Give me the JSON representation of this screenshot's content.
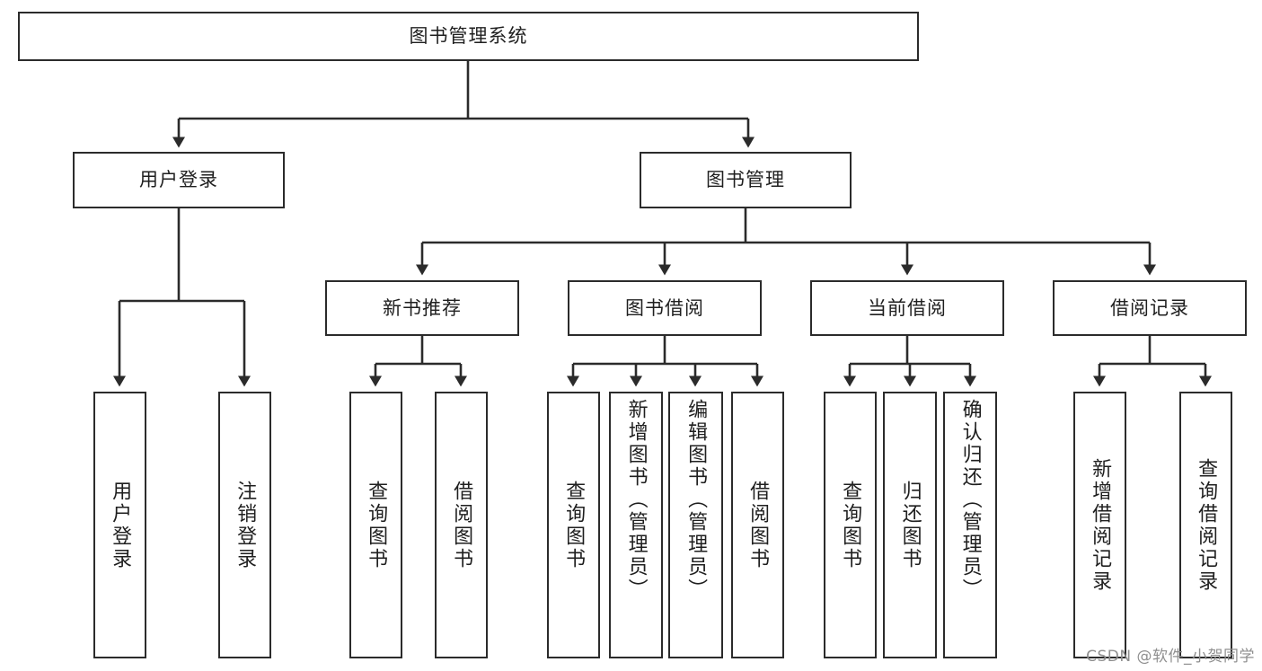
{
  "diagram": {
    "title": "图书管理系统",
    "type": "tree-hierarchy-chart",
    "watermark": "CSDN @软件_小贺同学",
    "colors": {
      "stroke": "#2b2b2b",
      "fill": "#ffffff",
      "text": "#1f1f1f",
      "watermark": "#8f8f8f"
    },
    "levels": {
      "root": {
        "label": "图书管理系统"
      },
      "level2": [
        {
          "label": "用户登录"
        },
        {
          "label": "图书管理"
        }
      ],
      "level3": [
        {
          "label": "新书推荐"
        },
        {
          "label": "图书借阅"
        },
        {
          "label": "当前借阅"
        },
        {
          "label": "借阅记录"
        }
      ],
      "leaves": {
        "user_login": [
          {
            "label": "用户登录"
          },
          {
            "label": "注销登录"
          }
        ],
        "new_book_rec": [
          {
            "label": "查询图书"
          },
          {
            "label": "借阅图书"
          }
        ],
        "book_borrow": [
          {
            "label": "查询图书"
          },
          {
            "label": "新增图书（管理员）"
          },
          {
            "label": "编辑图书（管理员）"
          },
          {
            "label": "借阅图书"
          }
        ],
        "current_borrow": [
          {
            "label": "查询图书"
          },
          {
            "label": "归还图书"
          },
          {
            "label": "确认归还（管理员）"
          }
        ],
        "borrow_record": [
          {
            "label": "新增借阅记录"
          },
          {
            "label": "查询借阅记录"
          }
        ]
      }
    }
  }
}
